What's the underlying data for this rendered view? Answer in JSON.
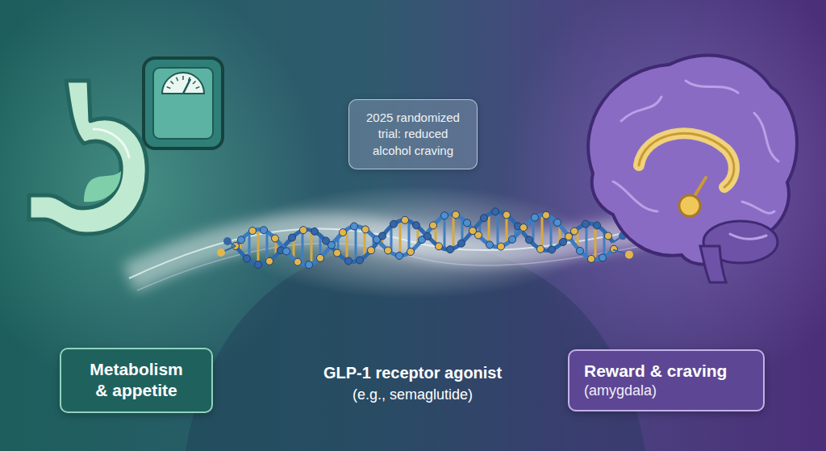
{
  "diagram": {
    "nodes": [
      {
        "text": [
          "2025 randomized trial: reduced alcohol craving"
        ]
      },
      {
        "text": [
          "Metabolism & appetite"
        ]
      },
      {
        "text": [
          "Reward & craving",
          "(amygdala)"
        ]
      }
    ],
    "labels": [
      "GLP-1 receptor agonist",
      "(e.g., semaglutide)"
    ]
  }
}
